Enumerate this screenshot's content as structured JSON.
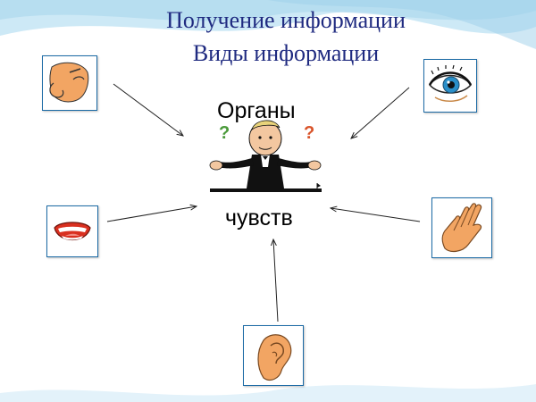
{
  "title": {
    "line1": "Получение информации",
    "line2": "Виды информации"
  },
  "center": {
    "top_word": "Органы",
    "bottom_word": "чувств"
  },
  "senses": [
    {
      "icon": "nose-icon"
    },
    {
      "icon": "eye-icon"
    },
    {
      "icon": "mouth-icon"
    },
    {
      "icon": "hand-icon"
    },
    {
      "icon": "ear-icon"
    }
  ],
  "colors": {
    "title": "#1f2a80",
    "box_border": "#1b6aa5",
    "wave": "#aed8ee"
  }
}
